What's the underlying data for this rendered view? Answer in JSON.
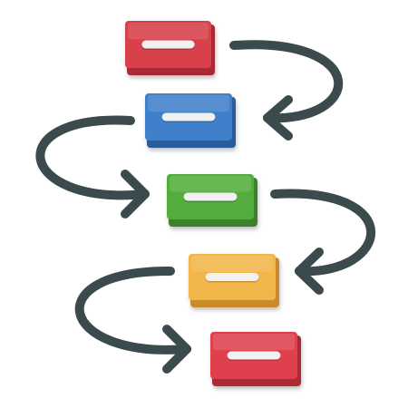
{
  "diagram": {
    "type": "workflow-process-icon",
    "steps": [
      {
        "color": "#d8404c",
        "shade": "#a92a34",
        "bar": "#f1f1f1"
      },
      {
        "color": "#3f7fc9",
        "shade": "#2a5b99",
        "bar": "#f1f1f1"
      },
      {
        "color": "#53ad3c",
        "shade": "#3a822a",
        "bar": "#f1f1f1"
      },
      {
        "color": "#f1b548",
        "shade": "#c98a2a",
        "bar": "#f1f1f1"
      },
      {
        "color": "#e0404e",
        "shade": "#ad2a36",
        "bar": "#f1f1f1"
      }
    ],
    "arrow_color": "#3b4a4c",
    "connectors": [
      {
        "from": 1,
        "to": 2,
        "side": "right"
      },
      {
        "from": 2,
        "to": 3,
        "side": "left"
      },
      {
        "from": 3,
        "to": 4,
        "side": "right"
      },
      {
        "from": 4,
        "to": 5,
        "side": "left"
      }
    ]
  }
}
